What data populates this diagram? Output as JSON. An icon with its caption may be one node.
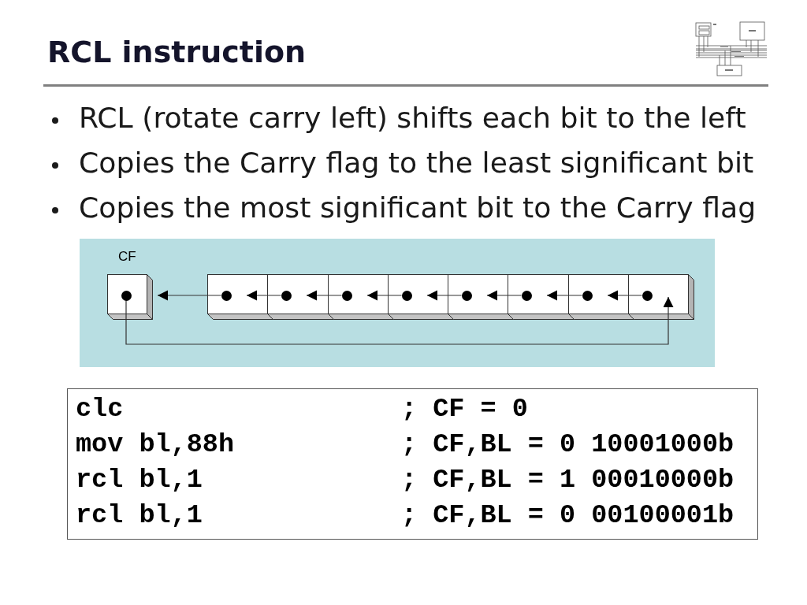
{
  "diagram": {
    "title": "RCL instruction",
    "nodes": [
      {
        "text": [
          "CF"
        ]
      },
      {
        "text": [],
        "shape": "circle",
        "in": 0
      },
      {
        "text": [],
        "shape": "box"
      },
      {
        "text": [],
        "shape": "circle",
        "in": 2
      },
      {
        "text": [],
        "shape": "box"
      },
      {
        "text": [],
        "shape": "circle",
        "in": 4
      },
      {
        "text": [],
        "shape": "box"
      },
      {
        "text": [],
        "shape": "circle",
        "in": 6
      },
      {
        "text": [],
        "shape": "box"
      },
      {
        "text": [],
        "shape": "circle",
        "in": 8
      },
      {
        "text": [],
        "shape": "box"
      },
      {
        "text": [],
        "shape": "circle",
        "in": 10
      },
      {
        "text": [],
        "shape": "box"
      },
      {
        "text": [],
        "shape": "circle",
        "in": 12
      },
      {
        "text": [],
        "shape": "box"
      },
      {
        "text": [],
        "shape": "circle",
        "in": 14
      },
      {
        "text": [],
        "shape": "box"
      },
      {
        "text": [],
        "shape": "circle",
        "in": 16
      }
    ],
    "edges": [
      {
        "from": 3,
        "to": 0,
        "arrow": "to"
      },
      {
        "from": 5,
        "to": 3,
        "arrow": "to"
      },
      {
        "from": 7,
        "to": 5,
        "arrow": "to"
      },
      {
        "from": 9,
        "to": 7,
        "arrow": "to"
      },
      {
        "from": 11,
        "to": 9,
        "arrow": "to"
      },
      {
        "from": 13,
        "to": 11,
        "arrow": "to"
      },
      {
        "from": 15,
        "to": 13,
        "arrow": "to"
      },
      {
        "from": 17,
        "to": 15,
        "arrow": "to"
      },
      {
        "from": 1,
        "to": 16,
        "arrow": "to"
      }
    ],
    "labels": [
      "RCL (rotate carry left) shifts each bit to the left",
      "Copies the Carry flag to the least significant bit",
      "Copies the most significant bit to the Carry flag",
      "clc",
      "; CF = 0",
      "mov bl,88h",
      "; CF,BL = 0 10001000b",
      "rcl bl,1",
      "; CF,BL = 1 00010000b",
      "rcl bl,1",
      "; CF,BL = 0 00100001b"
    ]
  }
}
